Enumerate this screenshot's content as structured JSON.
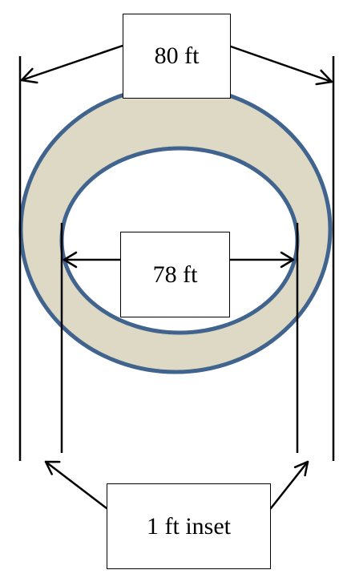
{
  "diagram": {
    "outer_diameter_label": "80 ft",
    "inner_diameter_label": "78 ft",
    "inset_label": "1 ft inset"
  },
  "colors": {
    "ring_fill": "#DDD9C4",
    "ring_stroke": "#41648F",
    "line": "#000000",
    "background": "#FFFFFF"
  }
}
